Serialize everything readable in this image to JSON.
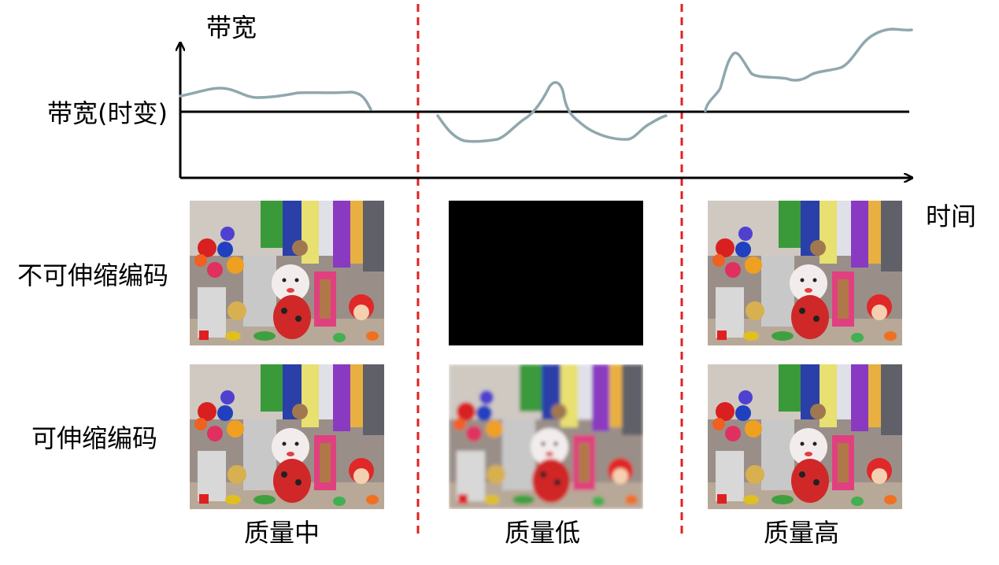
{
  "labels": {
    "bandwidth_axis": "带宽",
    "time_varying_bandwidth": "带宽(时变)",
    "time_axis": "时间",
    "non_scalable_coding": "不可伸缩编码",
    "scalable_coding": "可伸缩编码"
  },
  "quality_labels": [
    "质量中",
    "质量低",
    "质量高"
  ],
  "colors": {
    "bandwidth_curve": "#8fa8ad",
    "divider": "#e02020",
    "axis": "#000000"
  }
}
